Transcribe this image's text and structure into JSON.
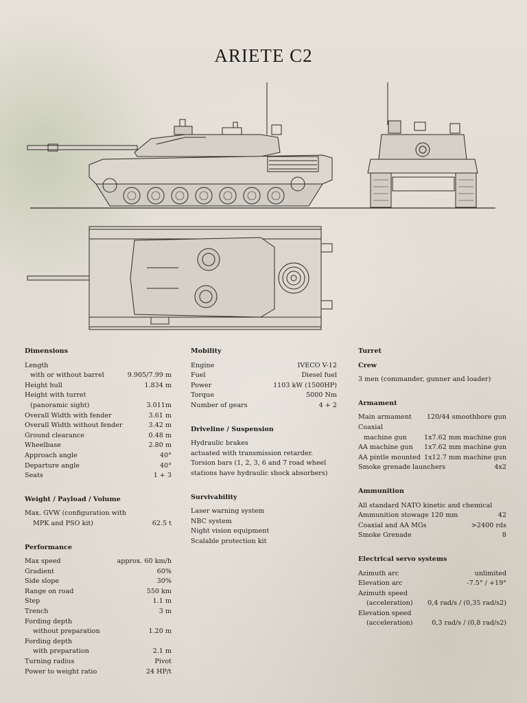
{
  "title": "ARIETE C2",
  "dimensions": {
    "heading": "Dimensions",
    "rows": [
      {
        "label": "Length",
        "value": ""
      },
      {
        "label": "with or without  barrel",
        "value": "9.905/7.99 m"
      },
      {
        "label": "Height hull",
        "value": "1.834 m"
      },
      {
        "label": "Height with turret",
        "value": ""
      },
      {
        "label": "(panoramic sight)",
        "value": "3.011m"
      },
      {
        "label": "Overall Width with fender",
        "value": "3.61 m"
      },
      {
        "label": "Overall Width without fender",
        "value": "3.42 m"
      },
      {
        "label": "Ground clearance",
        "value": "0.48 m"
      },
      {
        "label": "Wheelbase",
        "value": "2.80 m"
      },
      {
        "label": "Approach angle",
        "value": "40°"
      },
      {
        "label": "Departure angle",
        "value": "40°"
      },
      {
        "label": "Seats",
        "value": "1 + 3"
      }
    ]
  },
  "weight": {
    "heading": "Weight / Payload / Volume",
    "rows": [
      {
        "label": "Max. GVW (configuration with",
        "value": ""
      },
      {
        "label": "MPK and PSO kit)",
        "value": "62.5 t"
      }
    ]
  },
  "performance": {
    "heading": "Performance",
    "rows": [
      {
        "label": "Max speed",
        "value": "approx. 60 km/h"
      },
      {
        "label": "Gradient",
        "value": "60%"
      },
      {
        "label": "Side slope",
        "value": "30%"
      },
      {
        "label": "Range on road",
        "value": "550 km"
      },
      {
        "label": "Step",
        "value": "1.1 m"
      },
      {
        "label": "Trench",
        "value": "3 m"
      },
      {
        "label": "Fording depth",
        "value": ""
      },
      {
        "label": "without preparation",
        "value": "1.20 m"
      },
      {
        "label": "Fording depth",
        "value": ""
      },
      {
        "label": "with preparation",
        "value": "2.1 m"
      },
      {
        "label": "Turning radius",
        "value": "Pivot"
      },
      {
        "label": "Power to weight ratio",
        "value": "24 HP/t"
      }
    ]
  },
  "mobility": {
    "heading": "Mobility",
    "rows": [
      {
        "label": "Engine",
        "value": "IVECO V-12"
      },
      {
        "label": "Fuel",
        "value": "Diesel fuel"
      },
      {
        "label": "Power",
        "value": "1103 kW (1500HP)"
      },
      {
        "label": "Torque",
        "value": "5000 Nm"
      },
      {
        "label": "Number of gears",
        "value": "4 + 2"
      }
    ]
  },
  "driveline": {
    "heading": "Driveline / Suspension",
    "lines": [
      "Hydraulic brakes",
      "actuated with transmission retarder.",
      "Torsion bars (1, 2, 3, 6 and 7 road wheel",
      "stations have hydraulic shock absorbers)"
    ]
  },
  "survivability": {
    "heading": "Survivability",
    "lines": [
      "Laser warning system",
      "NBC system",
      "Night vision equipment",
      "Scalable protection kit"
    ]
  },
  "turret": {
    "heading": "Turret",
    "crew_heading": "Crew",
    "crew_text": "3 men (commander, gunner and loader)"
  },
  "armament": {
    "heading": "Armament",
    "rows": [
      {
        "label": "Main armament",
        "value": "120/44 smoothbore gun"
      },
      {
        "label": "Coaxial",
        "value": ""
      },
      {
        "label": "machine gun",
        "value": "1x7.62 mm machine gun"
      },
      {
        "label": "AA machine gun",
        "value": "1x7.62 mm machine gun"
      },
      {
        "label": "AA pintle mounted",
        "value": "1x12.7 mm machine gun"
      },
      {
        "label": "Smoke grenade launchers",
        "value": "4x2"
      }
    ]
  },
  "ammunition": {
    "heading": "Ammunition",
    "rows": [
      {
        "label": "All standard NATO kinetic and chemical",
        "value": ""
      },
      {
        "label": "Ammunition stowage 120 mm",
        "value": "42"
      },
      {
        "label": "Coaxial and AA MGs",
        "value": ">2400 rds"
      },
      {
        "label": "Smoke Grenade",
        "value": "8"
      }
    ]
  },
  "electrical": {
    "heading": "Electrical servo systems",
    "rows": [
      {
        "label": "Azimuth arc",
        "value": "unlimited"
      },
      {
        "label": "Elevation arc",
        "value": "-7.5° / +19°"
      },
      {
        "label": "Azimuth speed",
        "value": ""
      },
      {
        "label": "(acceleration)",
        "value": "0,4 rad/s / (0,35 rad/s2)"
      },
      {
        "label": "Elevation speed",
        "value": ""
      },
      {
        "label": "(acceleration)",
        "value": "0,3 rad/s / (0,8 rad/s2)"
      }
    ]
  }
}
